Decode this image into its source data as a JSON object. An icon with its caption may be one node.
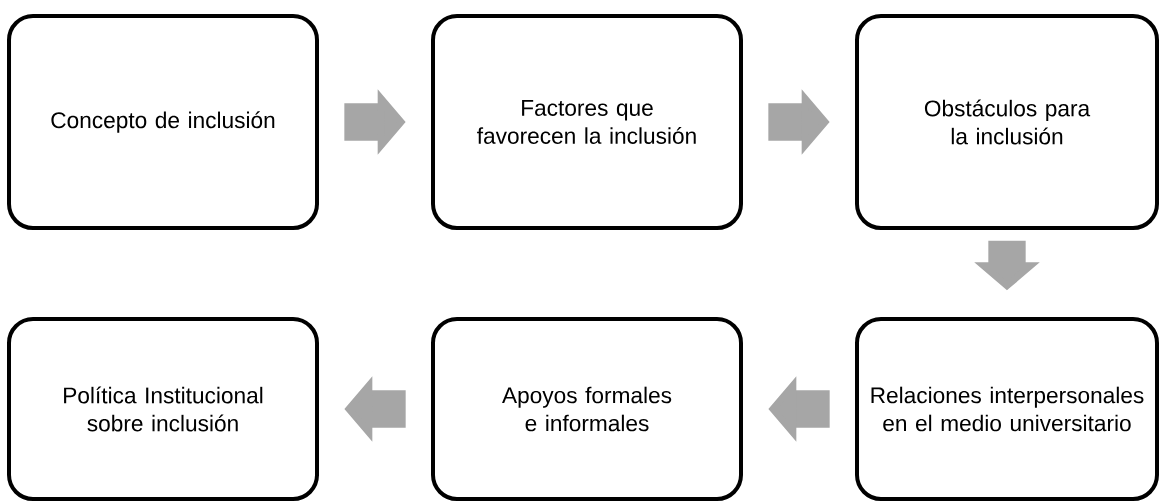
{
  "diagram": {
    "nodes": [
      {
        "text": [
          "Concepto de inclusión"
        ]
      },
      {
        "text": [
          "Factores que favorecen la inclusión"
        ]
      },
      {
        "text": [
          "Obstáculos para la inclusión"
        ]
      },
      {
        "text": [
          "Relaciones interpersonales en el medio universitario"
        ]
      },
      {
        "text": [
          "Apoyos formales e informales"
        ]
      },
      {
        "text": [
          "Política Institucional sobre inclusión"
        ]
      }
    ],
    "edges": [
      {
        "from": 0,
        "to": 1,
        "arrow": "to"
      },
      {
        "from": 1,
        "to": 2,
        "arrow": "to"
      },
      {
        "from": 2,
        "to": 3,
        "arrow": "to"
      },
      {
        "from": 3,
        "to": 4,
        "arrow": "to"
      },
      {
        "from": 4,
        "to": 5,
        "arrow": "to"
      }
    ]
  }
}
